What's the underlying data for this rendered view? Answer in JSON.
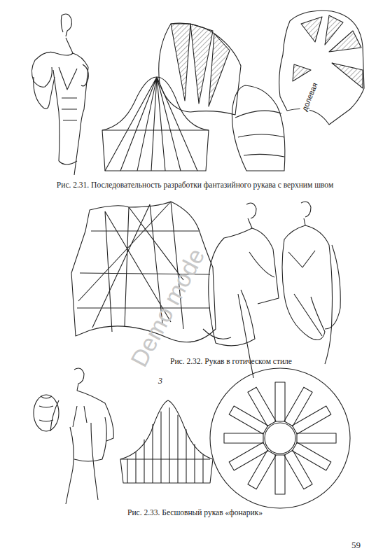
{
  "diagram": {
    "labels": [
      "долевая",
      "Рис. 2.31. Последовательность разработки фантазийного рукава с верхним швом",
      "Рис. 2.32. Рукав в готическом стиле",
      "3",
      "Рис. 2.33. Бесшовный рукав «фонарик»",
      "59",
      "Demo mode"
    ]
  }
}
